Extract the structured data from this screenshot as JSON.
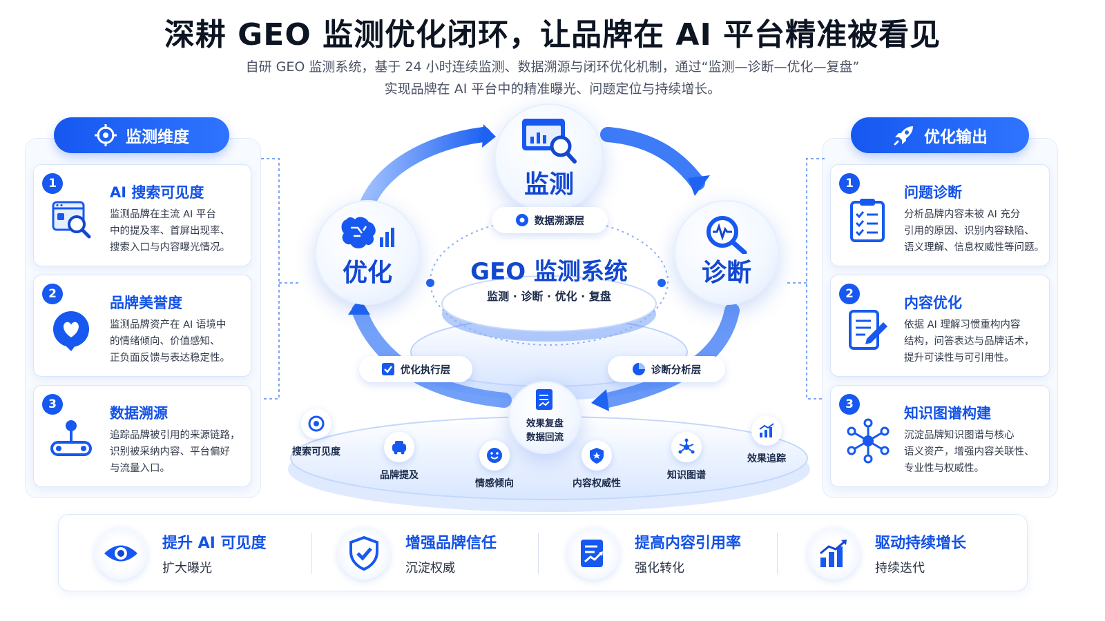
{
  "header": {
    "title": "深耕 GEO 监测优化闭环，让品牌在 AI 平台精准被看见",
    "subtitle_line1": "自研 GEO 监测系统，基于 24 小时连续监测、数据溯源与闭环优化机制，通过“监测—诊断—优化—复盘”",
    "subtitle_line2": "实现品牌在 AI 平台中的精准曝光、问题定位与持续增长。"
  },
  "left_panel": {
    "heading": "监测维度",
    "items": [
      {
        "num": "1",
        "title": "AI 搜索可见度",
        "desc": [
          "监测品牌在主流 AI 平台",
          "中的提及率、首屏出现率、",
          "搜索入口与内容曝光情况。"
        ],
        "icon": "search-browser-icon"
      },
      {
        "num": "2",
        "title": "品牌美誉度",
        "desc": [
          "监测品牌资产在 AI 语境中",
          "的情绪倾向、价值感知、",
          "正负面反馈与表达稳定性。"
        ],
        "icon": "heart-bubble-icon"
      },
      {
        "num": "3",
        "title": "数据溯源",
        "desc": [
          "追踪品牌被引用的来源链路，",
          "识别被采纳内容、平台偏好",
          "与流量入口。"
        ],
        "icon": "source-link-icon"
      }
    ]
  },
  "right_panel": {
    "heading": "优化输出",
    "items": [
      {
        "num": "1",
        "title": "问题诊断",
        "desc": [
          "分析品牌内容未被 AI 充分",
          "引用的原因、识别内容缺陷、",
          "语义理解、信息权威性等问题。"
        ],
        "icon": "clipboard-checklist-icon"
      },
      {
        "num": "2",
        "title": "内容优化",
        "desc": [
          "依据 AI 理解习惯重构内容",
          "结构，问答表达与品牌话术，",
          "提升可读性与可引用性。"
        ],
        "icon": "document-edit-icon"
      },
      {
        "num": "3",
        "title": "知识图谱构建",
        "desc": [
          "沉淀品牌知识图谱与核心",
          "语义资产，增强内容关联性、",
          "专业性与权威性。"
        ],
        "icon": "network-graph-icon"
      }
    ]
  },
  "center": {
    "system_title": "GEO 监测系统",
    "system_sub": "监测 · 诊断 · 优化 · 复盘",
    "nodes": {
      "monitor": "监测",
      "diagnose": "诊断",
      "optimize": "优化"
    },
    "review_line1": "效果复盘",
    "review_line2": "数据回流",
    "layers": {
      "trace": "数据溯源层",
      "execute": "优化执行层",
      "analyze": "诊断分析层"
    },
    "base_items": [
      "搜索可见度",
      "品牌提及",
      "情感倾向",
      "内容权威性",
      "知识图谱",
      "效果追踪"
    ]
  },
  "bottom": [
    {
      "title": "提升 AI 可见度",
      "sub": "扩大曝光",
      "icon": "eye-icon"
    },
    {
      "title": "增强品牌信任",
      "sub": "沉淀权威",
      "icon": "shield-check-icon"
    },
    {
      "title": "提高内容引用率",
      "sub": "强化转化",
      "icon": "doc-chart-icon"
    },
    {
      "title": "驱动持续增长",
      "sub": "持续迭代",
      "icon": "growth-bars-icon"
    }
  ],
  "colors": {
    "primary": "#1658f0",
    "dark_blue": "#1247cf",
    "light_bg": "#f7faff"
  }
}
